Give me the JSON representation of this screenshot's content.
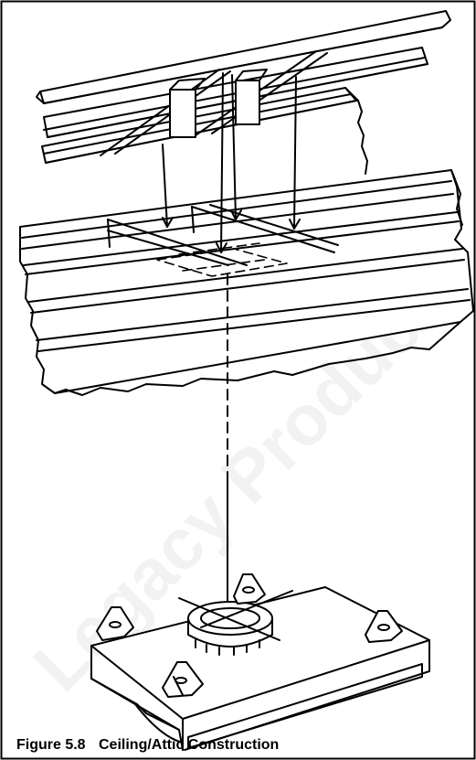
{
  "figure": {
    "number": "Figure 5.8",
    "title": "Ceiling/Attic Construction"
  },
  "watermark": {
    "text": "Legacy Products",
    "color": "#f2f2f2"
  },
  "colors": {
    "stroke": "#000000",
    "background": "#ffffff"
  }
}
